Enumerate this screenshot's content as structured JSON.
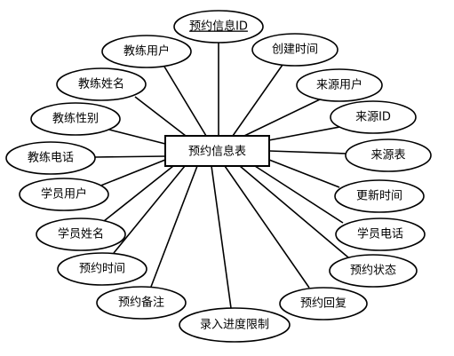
{
  "entity": {
    "name": "预约信息表"
  },
  "attributes": [
    {
      "id": "a1",
      "label": "预约信息ID",
      "primary_key": true
    },
    {
      "id": "a2",
      "label": "创建时间"
    },
    {
      "id": "a3",
      "label": "来源用户"
    },
    {
      "id": "a4",
      "label": "来源ID"
    },
    {
      "id": "a5",
      "label": "来源表"
    },
    {
      "id": "a6",
      "label": "更新时间"
    },
    {
      "id": "a7",
      "label": "学员电话"
    },
    {
      "id": "a8",
      "label": "预约状态"
    },
    {
      "id": "a9",
      "label": "预约回复"
    },
    {
      "id": "a10",
      "label": "录入进度限制"
    },
    {
      "id": "a11",
      "label": "预约备注"
    },
    {
      "id": "a12",
      "label": "预约时间"
    },
    {
      "id": "a13",
      "label": "学员姓名"
    },
    {
      "id": "a14",
      "label": "学员用户"
    },
    {
      "id": "a15",
      "label": "教练电话"
    },
    {
      "id": "a16",
      "label": "教练性别"
    },
    {
      "id": "a17",
      "label": "教练姓名"
    },
    {
      "id": "a18",
      "label": "教练用户"
    }
  ]
}
